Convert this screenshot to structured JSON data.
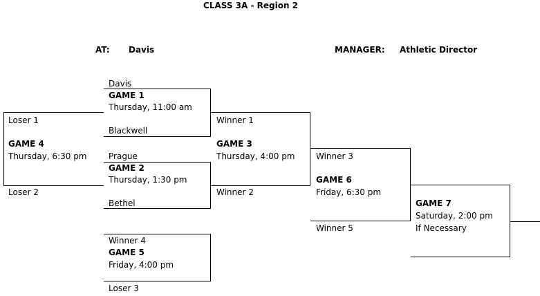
{
  "header": {
    "title": "CLASS  3A -  Region 2",
    "at_label": "AT:",
    "at_value": "Davis",
    "manager_label": "MANAGER:",
    "manager_value": "Athletic Director"
  },
  "bracket": {
    "game1": {
      "top_team": "Davis",
      "name": "GAME 1",
      "time": "Thursday, 11:00 am",
      "bottom_team": "Blackwell"
    },
    "game2": {
      "top_team": "Prague",
      "name": "GAME 2",
      "time": "Thursday, 1:30 pm",
      "bottom_team": "Bethel"
    },
    "game3": {
      "top_team": "Winner 1",
      "name": "GAME 3",
      "time": "Thursday, 4:00 pm",
      "bottom_team": "Winner 2"
    },
    "game4": {
      "top_team": "Loser 1",
      "name": "GAME 4",
      "time": "Thursday, 6:30 pm",
      "bottom_team": "Loser 2"
    },
    "game5": {
      "top_team": "Winner 4",
      "name": "GAME 5",
      "time": "Friday, 4:00 pm",
      "bottom_team": "Loser 3"
    },
    "game6": {
      "top_team": "Winner 3",
      "name": "GAME 6",
      "time": "Friday, 6:30 pm",
      "bottom_team": "Winner 5"
    },
    "game7": {
      "name": "GAME 7",
      "time": "Saturday, 2:00 pm",
      "note": "If  Necessary"
    }
  }
}
